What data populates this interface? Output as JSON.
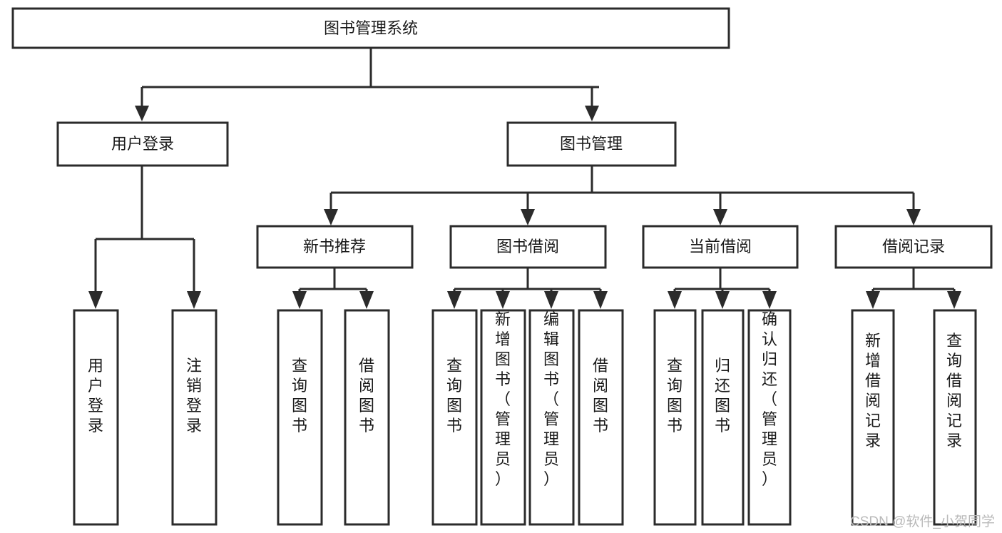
{
  "diagram": {
    "title": "图书管理系统",
    "type": "tree-hierarchy-diagram",
    "colors": {
      "stroke": "#2b2b2b",
      "box_fill": "#ffffff",
      "text": "#1a1a1a",
      "background": "#ffffff",
      "watermark": "#b9b9b9"
    },
    "root": {
      "label": "图书管理系统"
    },
    "level2": [
      {
        "label": "用户登录"
      },
      {
        "label": "图书管理"
      }
    ],
    "level3": [
      {
        "label": "新书推荐"
      },
      {
        "label": "图书借阅"
      },
      {
        "label": "当前借阅"
      },
      {
        "label": "借阅记录"
      }
    ],
    "leaves": {
      "user_login": [
        {
          "label": "用户登录"
        },
        {
          "label": "注销登录"
        }
      ],
      "new_book_recommend": [
        {
          "label": "查询图书"
        },
        {
          "label": "借阅图书"
        }
      ],
      "book_borrow": [
        {
          "label": "查询图书"
        },
        {
          "label": "新增图书（管理员）"
        },
        {
          "label": "编辑图书（管理员）"
        },
        {
          "label": "借阅图书"
        }
      ],
      "current_borrow": [
        {
          "label": "查询图书"
        },
        {
          "label": "归还图书"
        },
        {
          "label": "确认归还（管理员）"
        }
      ],
      "borrow_record": [
        {
          "label": "新增借阅记录"
        },
        {
          "label": "查询借阅记录"
        }
      ]
    },
    "watermark": "CSDN @软件_小贺同学"
  }
}
